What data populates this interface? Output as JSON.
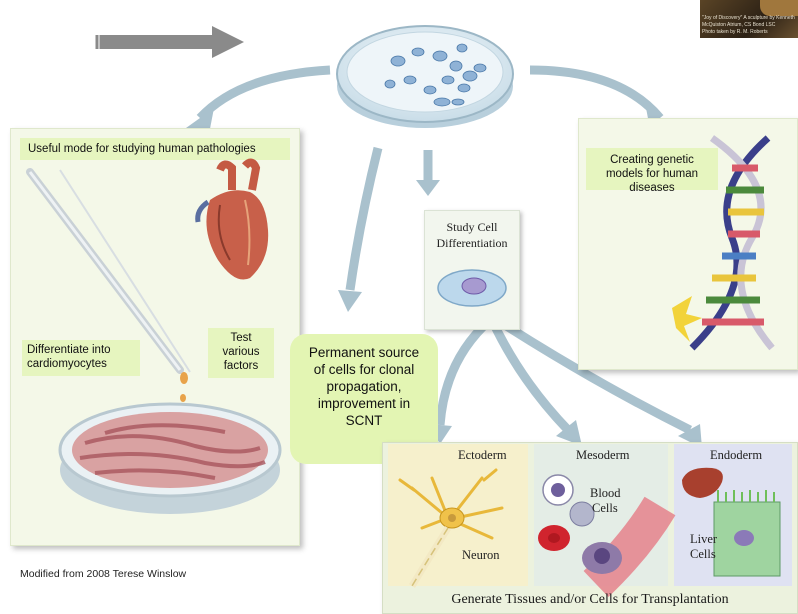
{
  "labels": {
    "pathologies": "Useful mode for studying human pathologies",
    "genetic_models": "Creating genetic models for human diseases",
    "differentiate": "Differentiate into cardiomyocytes",
    "test_factors": "Test various factors",
    "permanent_source": "Permanent source of cells for clonal propagation, improvement in SCNT",
    "study_diff_line1": "Study Cell",
    "study_diff_line2": "Differentiation",
    "ectoderm": "Ectoderm",
    "mesoderm": "Mesoderm",
    "endoderm": "Endoderm",
    "neuron": "Neuron",
    "blood_cells_1": "Blood",
    "blood_cells_2": "Cells",
    "liver_cells_1": "Liver",
    "liver_cells_2": "Cells",
    "generate": "Generate Tissues and/or Cells for Transplantation",
    "credit": "Modified from 2008 Terese Winslow",
    "thumb_line1": "\"Joy of Discovery\" A sculpture by Kenneth",
    "thumb_line2": "McQuiston Atrium, CS Bond LSC",
    "thumb_line3": "Photo taken by R. M. Roberts"
  },
  "colors": {
    "panel_bg": "#f3f8e6",
    "label_bg": "#e6f5bf",
    "arrow": "#9fb9c6",
    "nav_arrow": "#8a8a8a",
    "ectoderm_bg": "#f6f0cc",
    "mesoderm_bg": "#e4ede6",
    "endoderm_bg": "#dfe2f2"
  }
}
